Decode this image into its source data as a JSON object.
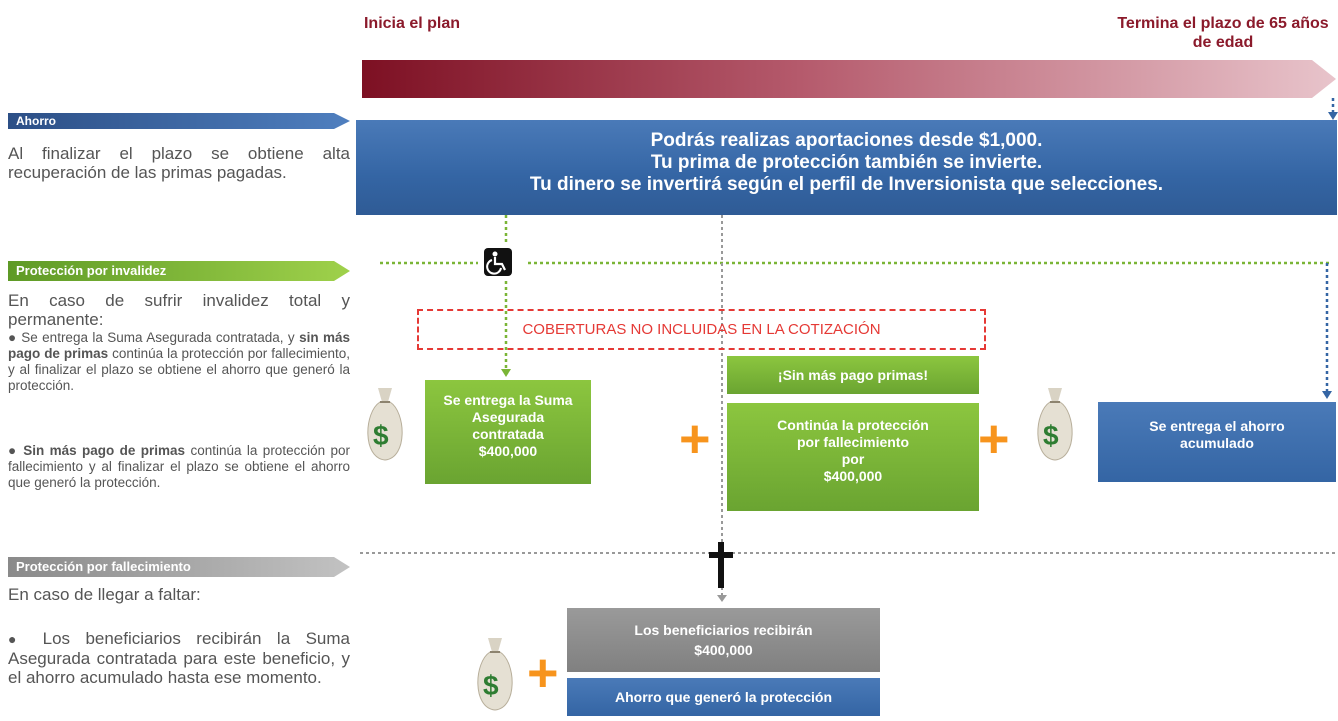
{
  "timeline": {
    "start_label": "Inicia el plan",
    "end_label": "Termina el plazo de 65 años de edad"
  },
  "ahorro": {
    "banner": "Ahorro",
    "description": "Al finalizar el plazo se obtiene alta recuperación de las primas pagadas.",
    "box_line1": "Podrás realizas aportaciones desde $1,000.",
    "box_line2": "Tu prima de protección también se invierte.",
    "box_line3": "Tu dinero se invertirá según el perfil de Inversionista que selecciones."
  },
  "invalidez": {
    "banner": "Protección por invalidez",
    "intro": "En caso de sufrir invalidez total y permanente:",
    "bullet1_a": "Se entrega la Suma Asegurada contratada, y ",
    "bullet1_bold": "sin más pago de primas",
    "bullet1_b": " continúa la protección por fallecimiento, y al finalizar el plazo se obtiene el ahorro que generó la protección.",
    "bullet2_bold": "Sin más pago de primas",
    "bullet2_b": " continúa la protección por fallecimiento y al finalizar el plazo se obtiene el ahorro que generó la protección.",
    "coberturas": "COBERTURAS NO INCLUIDAS EN LA COTIZACIÓN",
    "box_suma_line1": "Se entrega la Suma",
    "box_suma_line2": "Asegurada",
    "box_suma_line3": "contratada",
    "box_suma_amount": "$400,000",
    "box_sin_pago": "¡Sin más pago primas!",
    "box_continua_line1": "Continúa la protección",
    "box_continua_line2": "por fallecimiento",
    "box_continua_line3": "por",
    "box_continua_amount": "$400,000",
    "box_ahorro_line1": "Se entrega el ahorro",
    "box_ahorro_line2": "acumulado"
  },
  "fallecimiento": {
    "banner": "Protección por fallecimiento",
    "intro": "En caso de llegar a faltar:",
    "bullet": "Los beneficiarios recibirán la Suma Asegurada contratada para este beneficio, y el ahorro acumulado hasta ese momento.",
    "box_benef_line1": "Los beneficiarios recibirán",
    "box_benef_amount": "$400,000",
    "box_ahorro_proteccion": "Ahorro que generó la protección"
  },
  "symbols": {
    "plus": "+",
    "dollar": "$",
    "bullet": "●"
  },
  "colors": {
    "maroon": "#8b1a2b",
    "blue": "#3465a4",
    "green": "#7ab536",
    "gray": "#8a8a8a",
    "orange": "#f7941d",
    "red": "#e53935"
  }
}
